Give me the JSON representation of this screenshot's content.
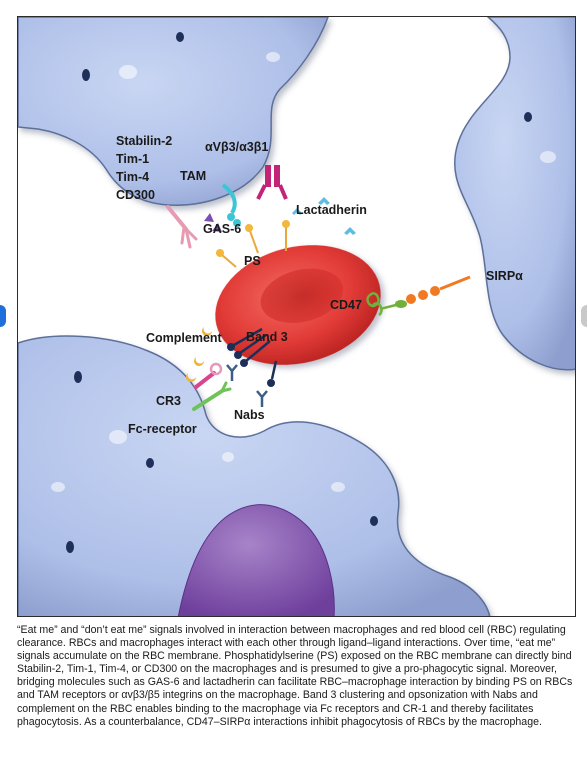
{
  "colors": {
    "macrophage": "#aebfe8",
    "macrophage_edge": "#5c6f9a",
    "rbc": "#e8403e",
    "nucleus": "#8a5fb0",
    "nav_left": "#1e6fd9",
    "nav_right": "#c9c9c9"
  },
  "labels": {
    "stabilin": "Stabilin-2",
    "tim1": "Tim-1",
    "tim4": "Tim-4",
    "cd300": "CD300",
    "integrin": "αVβ3/α3β1",
    "tam": "TAM",
    "lactadherin": "Lactadherin",
    "gas6": "GAS-6",
    "ps": "PS",
    "sirpa": "SIRPα",
    "cd47": "CD47",
    "complement": "Complement",
    "band3": "Band 3",
    "cr3": "CR3",
    "nabs": "Nabs",
    "fc_receptor": "Fc-receptor"
  },
  "caption": "“Eat me” and “don’t eat me” signals involved in interaction between macrophages and red blood cell (RBC) regulating clearance. RBCs and macrophages interact with each other through ligand–ligand interactions. Over time, “eat me” signals accumulate on the RBC membrane. Phosphatidylserine (PS) exposed on the RBC membrane can directly bind Stabilin-2, Tim-1, Tim-4, or CD300 on the macrophages and is presumed to give a pro-phagocytic signal. Moreover, bridging molecules such as GAS-6 and lactadherin can facilitate RBC–macrophage interaction by binding PS on RBCs and TAM receptors or αvβ3/β5 integrins on the macrophage. Band 3 clustering and opsonization with Nabs and complement on the RBC enables binding to the macrophage via Fc receptors and CR-1 and thereby facilitates phagocytosis. As a counterbalance, CD47–SIRPα interactions inhibit phagocytosis of RBCs by the macrophage."
}
